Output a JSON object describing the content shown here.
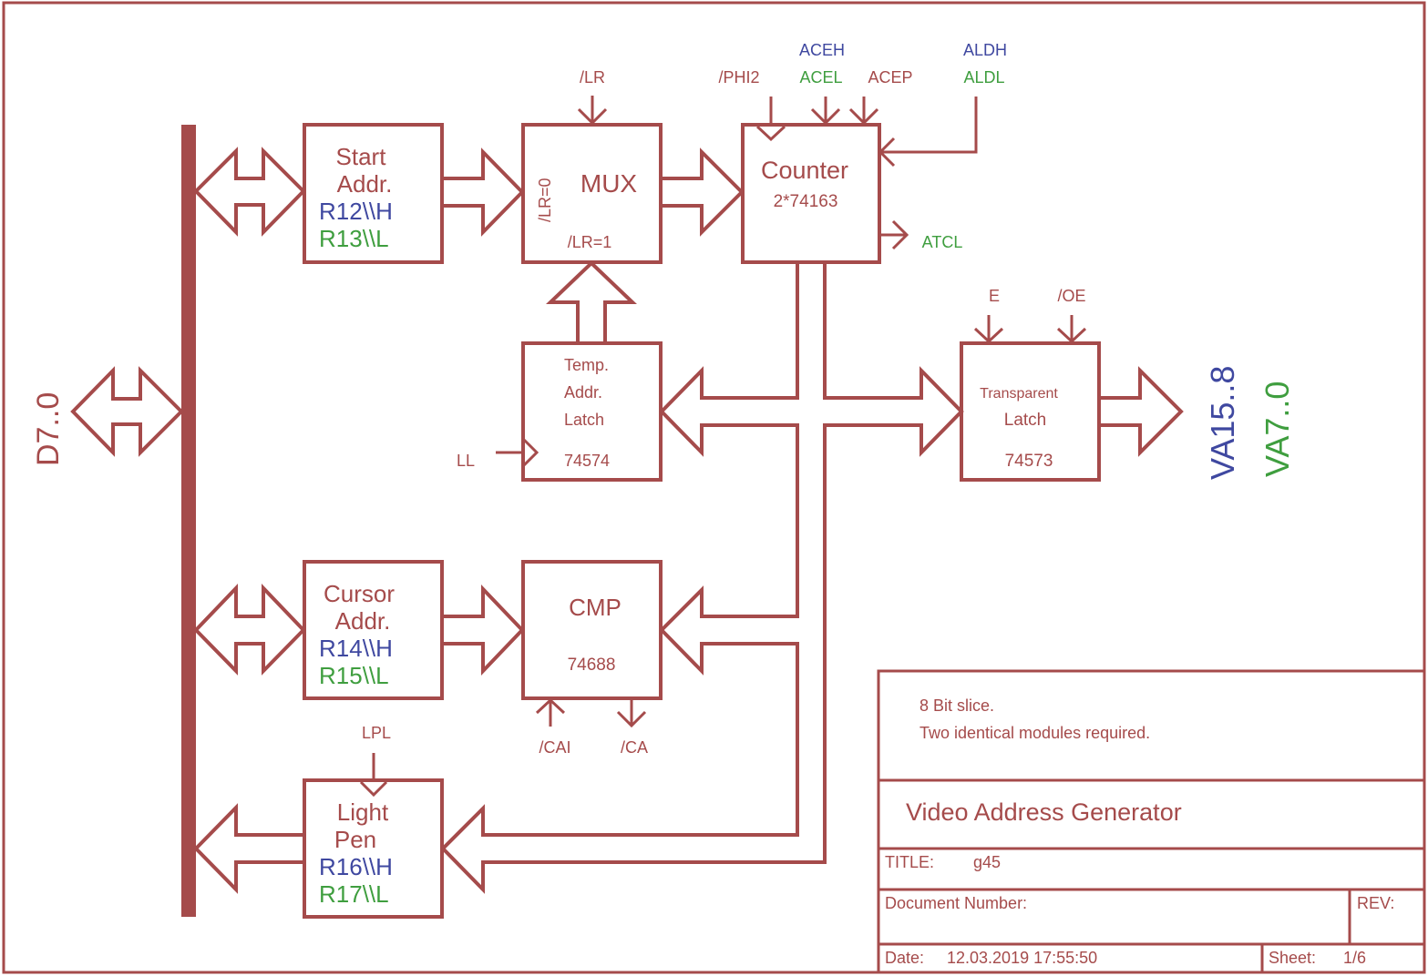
{
  "colors": {
    "wire": "#a54b4b",
    "high_byte": "#3f48a0",
    "low_byte": "#3f9e3f",
    "background": "#ffffff"
  },
  "data_bus": {
    "label": "D7..0"
  },
  "blocks": {
    "start_addr": {
      "line1": "Start",
      "line2": "Addr.",
      "reg_high": "R12\\\\H",
      "reg_low": "R13\\\\L"
    },
    "mux": {
      "title": "MUX",
      "input_top": "/LR=0",
      "input_bottom": "/LR=1",
      "control": "/LR"
    },
    "counter": {
      "title": "Counter",
      "part": "2*74163",
      "clock": "/PHI2",
      "ace_high": "ACEH",
      "ace_low": "ACEL",
      "acep": "ACEP",
      "ald_high": "ALDH",
      "ald_low": "ALDL",
      "output": "ATCL"
    },
    "temp_latch": {
      "line1": "Temp.",
      "line2": "Addr.",
      "line3": "Latch",
      "part": "74574",
      "clock": "LL"
    },
    "transparent_latch": {
      "line1": "Transparent",
      "line2": "Latch",
      "part": "74573",
      "enable": "E",
      "output_enable": "/OE"
    },
    "cursor_addr": {
      "line1": "Cursor",
      "line2": "Addr.",
      "reg_high": "R14\\\\H",
      "reg_low": "R15\\\\L"
    },
    "cmp": {
      "title": "CMP",
      "part": "74688",
      "input": "/CAI",
      "output": "/CA"
    },
    "light_pen": {
      "line1": "Light",
      "line2": "Pen",
      "reg_high": "R16\\\\H",
      "reg_low": "R17\\\\L",
      "strobe": "LPL"
    }
  },
  "outputs": {
    "high": "VA15..8",
    "low": "VA7..0"
  },
  "title_block": {
    "note1": "8 Bit slice.",
    "note2": "Two identical modules required.",
    "drawing_title": "Video Address Generator",
    "title_label": "TITLE:",
    "title_value": "g45",
    "doc_number_label": "Document Number:",
    "rev_label": "REV:",
    "date_label": "Date:",
    "date_value": "12.03.2019 17:55:50",
    "sheet_label": "Sheet:",
    "sheet_value": "1/6"
  }
}
